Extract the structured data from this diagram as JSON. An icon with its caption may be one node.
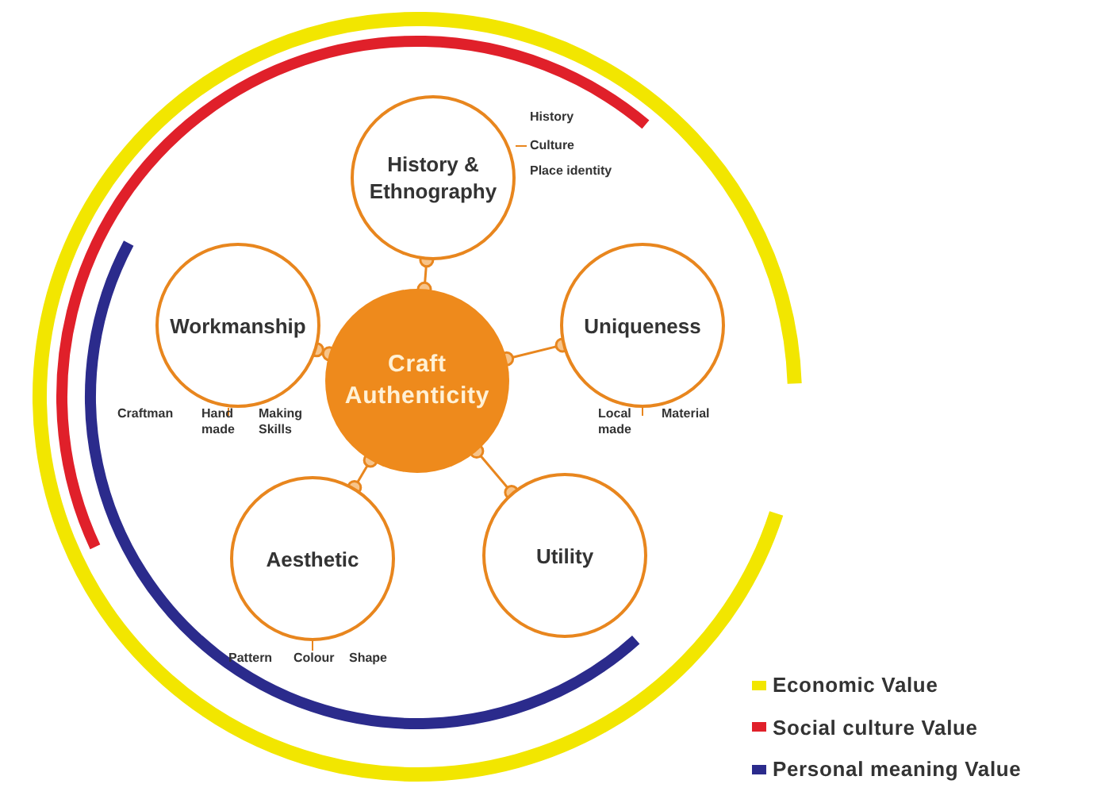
{
  "diagram": {
    "nodes": [
      {
        "text": [
          "Craft Authenticity"
        ]
      },
      {
        "text": [
          "History & Ethnography"
        ],
        "beside": [
          "History",
          "Culture",
          "Place identity"
        ]
      },
      {
        "text": [
          "Workmanship"
        ],
        "beside": [
          "Craftman",
          "Hand made",
          "Making Skills"
        ]
      },
      {
        "text": [
          "Uniqueness"
        ],
        "beside": [
          "Local made",
          "Material"
        ]
      },
      {
        "text": [
          "Aesthetic"
        ],
        "beside": [
          "Pattern",
          "Colour",
          "Shape"
        ]
      },
      {
        "text": [
          "Utility"
        ]
      }
    ],
    "edges": [
      {
        "from": 0,
        "to": 1,
        "arrow": "other"
      },
      {
        "from": 0,
        "to": 2,
        "arrow": "other"
      },
      {
        "from": 0,
        "to": 3,
        "arrow": "other"
      },
      {
        "from": 0,
        "to": 4,
        "arrow": "other"
      },
      {
        "from": 0,
        "to": 5,
        "arrow": "other"
      }
    ],
    "legend": [
      {
        "text": "Economic Value",
        "color": "#f2e600"
      },
      {
        "text": "Social culture Value",
        "color": "#e0202a"
      },
      {
        "text": "Personal meaning Value",
        "color": "#2b2b8c"
      }
    ]
  }
}
